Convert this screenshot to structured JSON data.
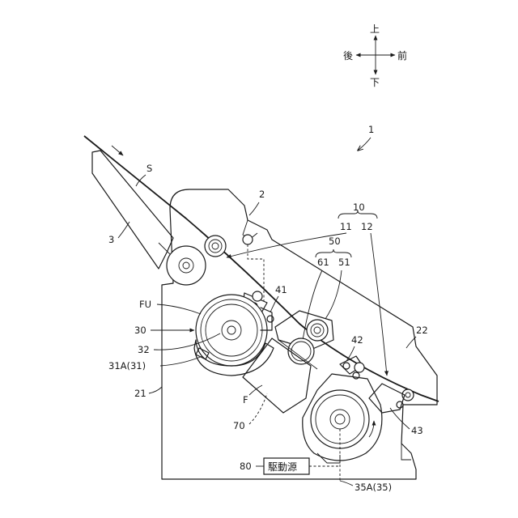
{
  "orientation": {
    "up": "上",
    "down": "下",
    "front": "前",
    "back": "後"
  },
  "labels": {
    "apparatus": "1",
    "housing": "2",
    "sheet_guide": "3",
    "sheet": "S",
    "group_10": "10",
    "part_11": "11",
    "part_12": "12",
    "group_50": "50",
    "part_61": "61",
    "part_51": "51",
    "part_41": "41",
    "part_42": "42",
    "part_43": "43",
    "fuser": "FU",
    "roller_30": "30",
    "part_32": "32",
    "part_31a": "31A(31)",
    "frame_21": "21",
    "frame_22": "22",
    "part_f": "F",
    "part_70": "70",
    "part_80": "80",
    "drive_source": "駆動源",
    "part_35a": "35A(35)"
  }
}
